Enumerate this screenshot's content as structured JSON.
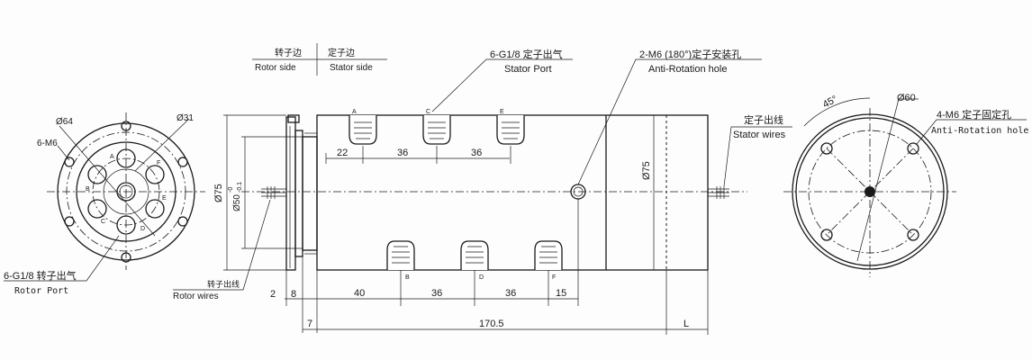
{
  "legend": {
    "rotor_side_cn": "转子边",
    "rotor_side_en": "Rotor side",
    "stator_side_cn": "定子边",
    "stator_side_en": "Stator side"
  },
  "callouts": {
    "stator_port_cn": "6-G1/8 定子出气",
    "stator_port_en": "Stator Port",
    "anti_rotation_cn": "2-M6 (180°)定子安装孔",
    "anti_rotation_en": "Anti-Rotation hole",
    "stator_wires_cn": "定子出线",
    "stator_wires_en": "Stator wires",
    "fix_hole_cn": "4-M6 定子固定孔",
    "fix_hole_en": "Anti-Rotation hole",
    "rotor_port_cn": "6-G1/8 转子出气",
    "rotor_port_en": "Rotor Port",
    "rotor_wires_cn": "转子出线",
    "rotor_wires_en": "Rotor wires"
  },
  "left_view": {
    "d_outer": "Ø64",
    "d_port": "Ø31",
    "holes": "6-M6",
    "port_letters": [
      "A",
      "F",
      "E",
      "D",
      "C",
      "B"
    ]
  },
  "side_view": {
    "d75_left": "Ø75",
    "d50": "Ø50",
    "d50_tol_top": "-0",
    "d50_tol_bot": "-0.1",
    "d75_right": "Ø75",
    "top_ports": [
      "A",
      "C",
      "E"
    ],
    "bottom_ports": [
      "B",
      "D",
      "F"
    ],
    "dim_top": [
      "22",
      "36",
      "36"
    ],
    "dim_bottom": [
      "2",
      "8",
      "40",
      "36",
      "36",
      "15"
    ],
    "dim_overall_left": "7",
    "dim_overall": "170.5",
    "dim_L": "L"
  },
  "right_view": {
    "d60": "Ø60",
    "angle": "45°"
  }
}
